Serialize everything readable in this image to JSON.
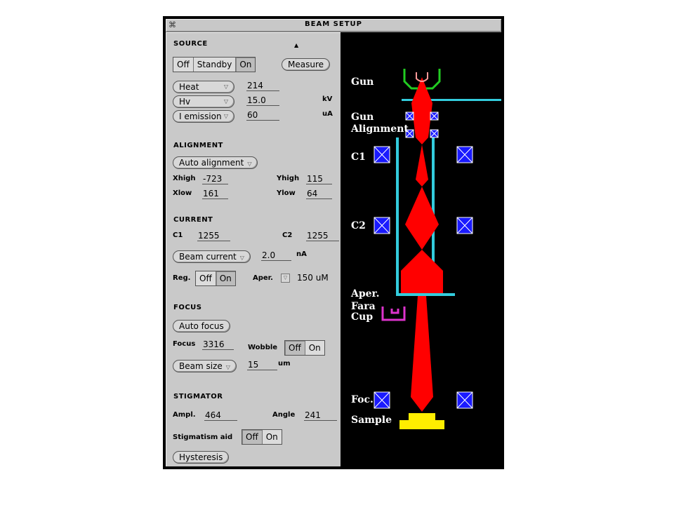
{
  "window": {
    "title": "BEAM SETUP",
    "menu_glyph": "⌘"
  },
  "source": {
    "heading": "SOURCE",
    "mode_options": [
      "Off",
      "Standby",
      "On"
    ],
    "mode_selected": "On",
    "measure_label": "Measure",
    "heat_label": "Heat",
    "heat_value": "214",
    "hv_label": "Hv",
    "hv_value": "15.0",
    "hv_unit": "kV",
    "emission_label": "I emission",
    "emission_value": "60",
    "emission_unit": "uA"
  },
  "alignment": {
    "heading": "ALIGNMENT",
    "auto_label": "Auto alignment",
    "xhigh_label": "Xhigh",
    "xhigh_value": "-723",
    "yhigh_label": "Yhigh",
    "yhigh_value": "115",
    "xlow_label": "Xlow",
    "xlow_value": "161",
    "ylow_label": "Ylow",
    "ylow_value": "64"
  },
  "current": {
    "heading": "CURRENT",
    "c1_label": "C1",
    "c1_value": "1255",
    "c2_label": "C2",
    "c2_value": "1255",
    "beam_label": "Beam current",
    "beam_value": "2.0",
    "beam_unit": "nA",
    "reg_label": "Reg.",
    "reg_options": [
      "Off",
      "On"
    ],
    "reg_selected": "On",
    "aper_label": "Aper.",
    "aper_value": "150 uM"
  },
  "focus": {
    "heading": "FOCUS",
    "auto_label": "Auto focus",
    "focus_label": "Focus",
    "focus_value": "3316",
    "wobble_label": "Wobble",
    "wobble_options": [
      "Off",
      "On"
    ],
    "wobble_selected": "Off",
    "size_label": "Beam size",
    "size_value": "15",
    "size_unit": "um"
  },
  "stigmator": {
    "heading": "STIGMATOR",
    "ampl_label": "Ampl.",
    "ampl_value": "464",
    "angle_label": "Angle",
    "angle_value": "241",
    "aid_label": "Stigmatism aid",
    "aid_options": [
      "Off",
      "On"
    ],
    "aid_selected": "Off",
    "hysteresis_label": "Hysteresis"
  },
  "column_diagram": {
    "labels": {
      "gun": "Gun",
      "gun_alignment_1": "Gun",
      "gun_alignment_2": "Alignment",
      "c1": "C1",
      "c2": "C2",
      "aper": "Aper.",
      "fara_1": "Fara",
      "fara_2": "Cup",
      "foc": "Foc.",
      "sample": "Sample"
    },
    "colors": {
      "beam": "#ff0000",
      "column": "#33ccdd",
      "lens": "#1a1aff",
      "gun": "#22cc22",
      "faraday_cup": "#dd33cc",
      "sample": "#ffee00"
    }
  }
}
